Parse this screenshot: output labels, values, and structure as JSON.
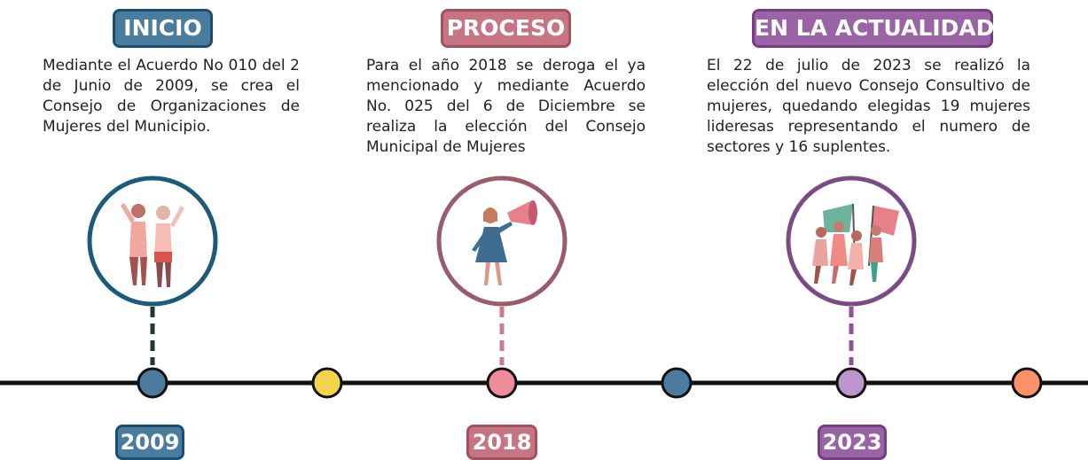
{
  "colors": {
    "blue": "#4d7ba0",
    "blue_ring": "#1c5a7a",
    "rose": "#c97884",
    "rose_ring": "#9b5b68",
    "violet": "#9a63a6",
    "violet_ring": "#7a4c86",
    "yellow": "#f5d44a",
    "pink": "#ee8b9c",
    "lilac": "#c294cf",
    "orange": "#ff916a",
    "line": "#111111"
  },
  "milestones": [
    {
      "header": "INICIO",
      "year": "2009",
      "text": "Mediante el Acuerdo No 010 del 2 de Junio de 2009, se crea el Consejo de Organizaciones de Mujeres del Municipio.",
      "icon": "women-raising-fists-icon"
    },
    {
      "header": "PROCESO",
      "year": "2018",
      "text": "Para el año 2018 se deroga el ya mencionado y mediante Acuerdo No. 025 del 6 de Diciembre se realiza la elección del Consejo Municipal de Mujeres",
      "icon": "woman-megaphone-icon"
    },
    {
      "header": "EN LA ACTUALIDAD",
      "year": "2023",
      "text": "El 22 de julio de 2023 se realizó la elección del nuevo Consejo Consultivo de mujeres, quedando elegidas 19 mujeres lideresas representando el numero de sectores y 16 suplentes.",
      "icon": "women-with-flags-icon"
    }
  ]
}
